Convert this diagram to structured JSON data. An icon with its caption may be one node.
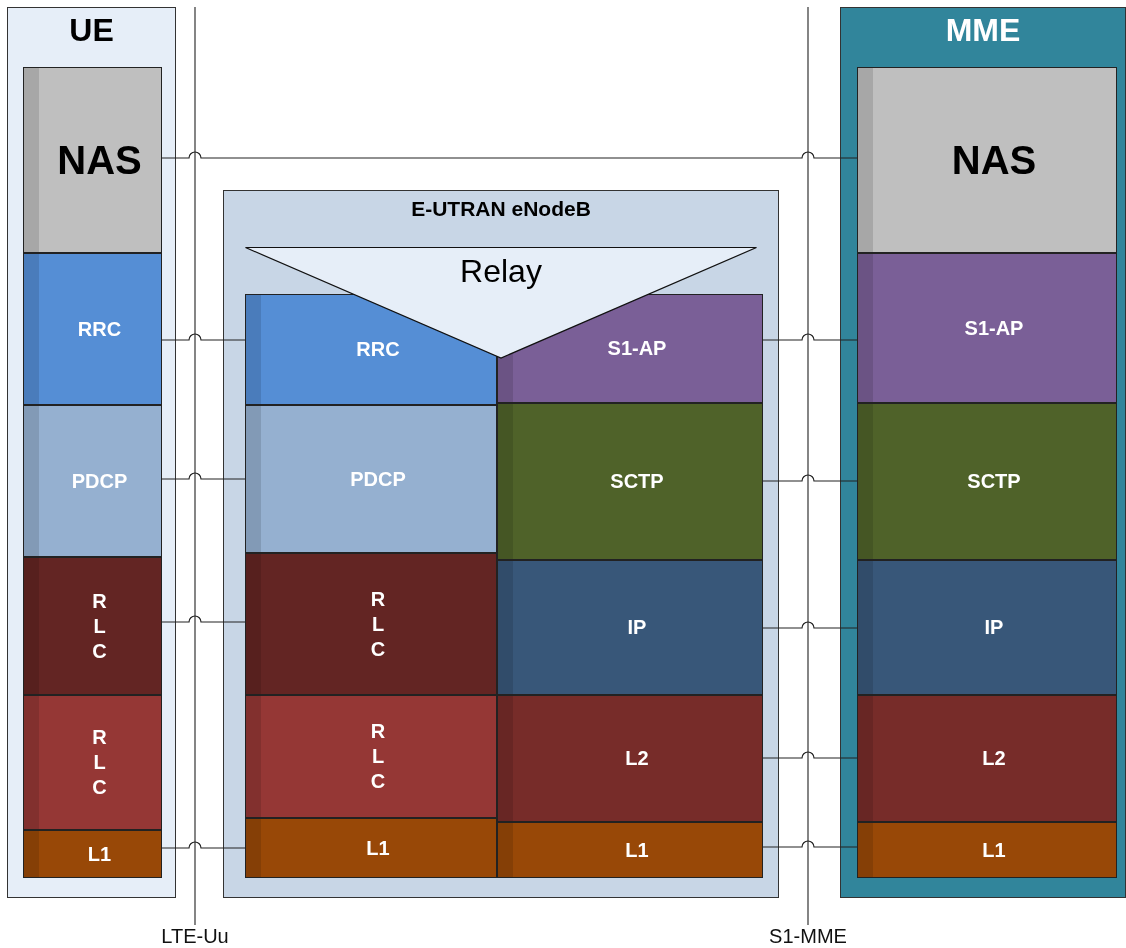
{
  "diagram": {
    "nodes": [
      {
        "text": [
          "UE"
        ]
      },
      {
        "text": [
          "NAS"
        ],
        "in": 0
      },
      {
        "text": [
          "RRC"
        ],
        "in": 0
      },
      {
        "text": [
          "PDCP"
        ],
        "in": 0
      },
      {
        "text": [
          "R L C"
        ],
        "in": 0
      },
      {
        "text": [
          "R L C"
        ],
        "in": 0
      },
      {
        "text": [
          "L1"
        ],
        "in": 0
      },
      {
        "text": [
          "E-UTRAN eNodeB"
        ]
      },
      {
        "text": [
          "Relay"
        ],
        "in": 7
      },
      {
        "text": [
          "RRC"
        ],
        "in": 7
      },
      {
        "text": [
          "PDCP"
        ],
        "in": 7
      },
      {
        "text": [
          "R L C"
        ],
        "in": 7
      },
      {
        "text": [
          "R L C"
        ],
        "in": 7
      },
      {
        "text": [
          "L1"
        ],
        "in": 7
      },
      {
        "text": [
          "S1-AP"
        ],
        "in": 7
      },
      {
        "text": [
          "SCTP"
        ],
        "in": 7
      },
      {
        "text": [
          "IP"
        ],
        "in": 7
      },
      {
        "text": [
          "L2"
        ],
        "in": 7
      },
      {
        "text": [
          "L1"
        ],
        "in": 7
      },
      {
        "text": [
          "MME"
        ]
      },
      {
        "text": [
          "NAS"
        ],
        "in": 19
      },
      {
        "text": [
          "S1-AP"
        ],
        "in": 19
      },
      {
        "text": [
          "SCTP"
        ],
        "in": 19
      },
      {
        "text": [
          "IP"
        ],
        "in": 19
      },
      {
        "text": [
          "L2"
        ],
        "in": 19
      },
      {
        "text": [
          "L1"
        ],
        "in": 19
      }
    ],
    "edges": [
      {
        "from": 1,
        "to": 20,
        "arrow": "none"
      },
      {
        "from": 2,
        "to": 9,
        "arrow": "none"
      },
      {
        "from": 3,
        "to": 10,
        "arrow": "none"
      },
      {
        "from": 4,
        "to": 11,
        "arrow": "none"
      },
      {
        "from": 6,
        "to": 13,
        "arrow": "none"
      },
      {
        "from": 14,
        "to": 21,
        "arrow": "none"
      },
      {
        "from": 15,
        "to": 22,
        "arrow": "none"
      },
      {
        "from": 16,
        "to": 23,
        "arrow": "none"
      },
      {
        "from": 17,
        "to": 24,
        "arrow": "none"
      },
      {
        "from": 18,
        "to": 25,
        "arrow": "none"
      }
    ],
    "labels": [
      "LTE-Uu",
      "S1-MME"
    ]
  }
}
